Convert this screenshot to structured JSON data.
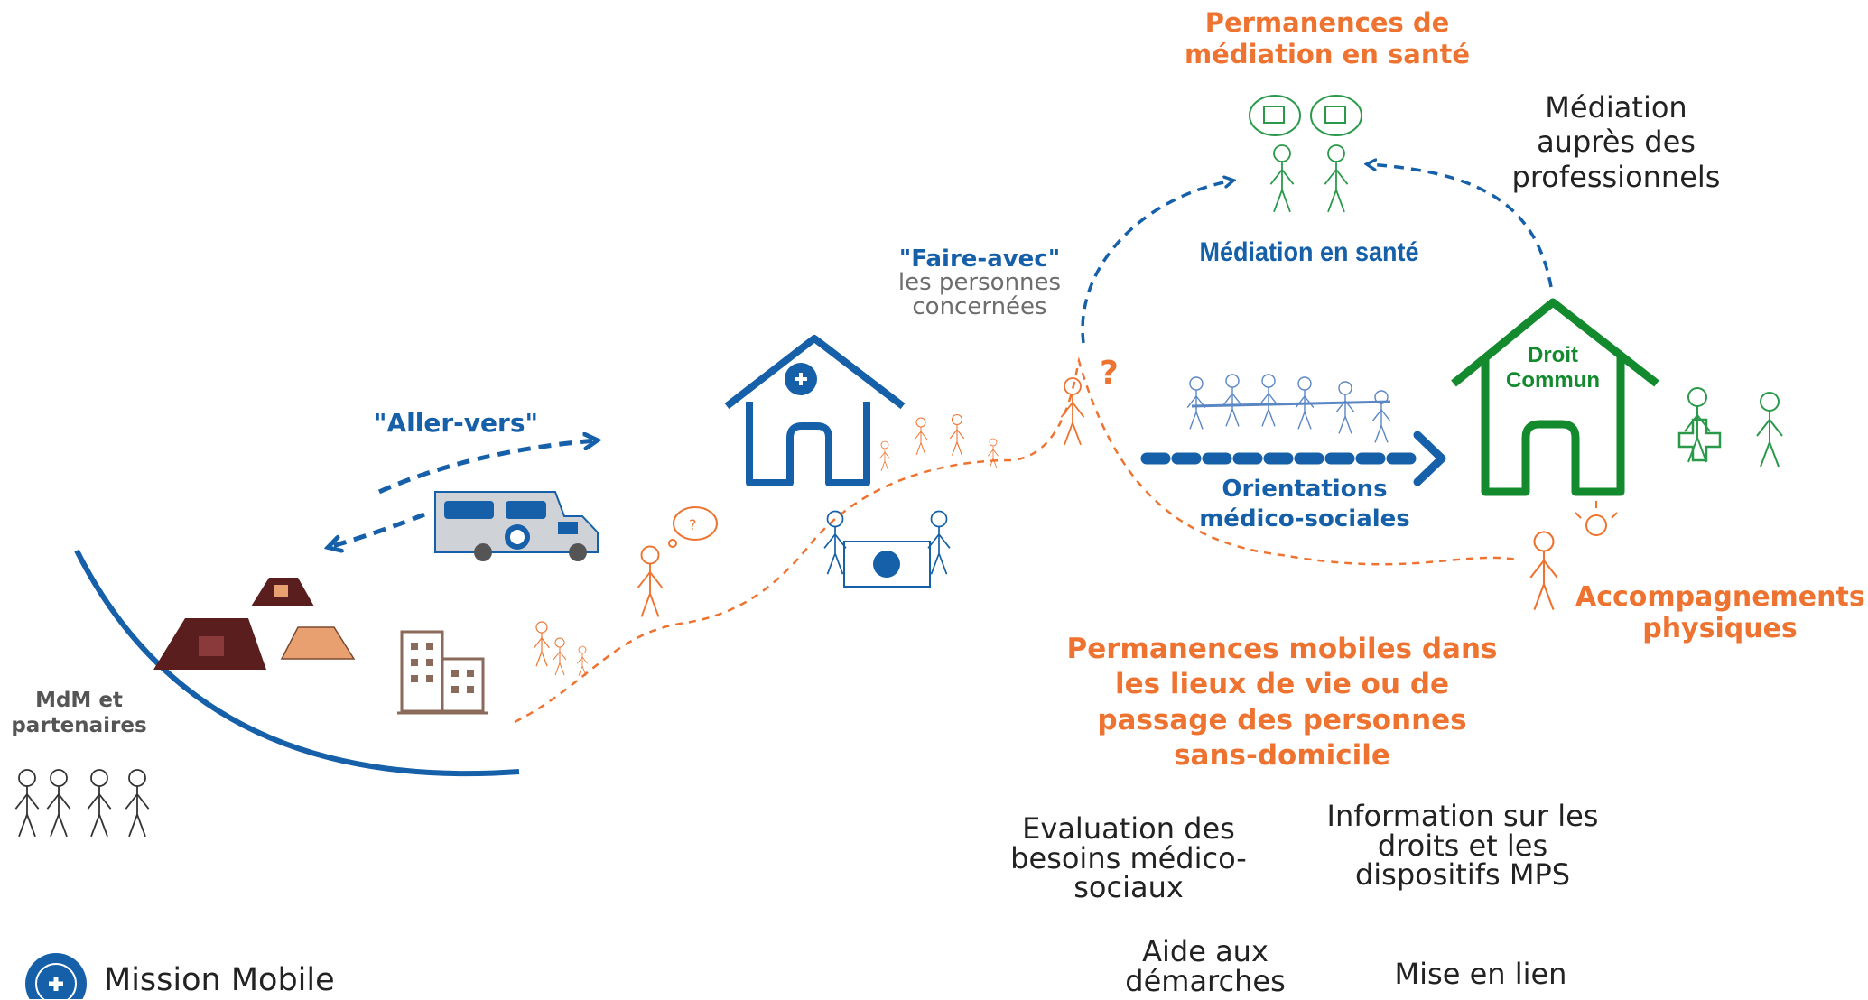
{
  "labels": {
    "permanences_mediation": "Permanences de\nmédiation en santé",
    "mediation_sante": "Médiation en santé",
    "mediation_professionnels": "Médiation\nauprès des\nprofessionnels",
    "faire_avec_quote": "\"Faire-avec\"",
    "faire_avec_rest": "les personnes\nconcernées",
    "aller_vers": "\"Aller-vers\"",
    "droit_commun": "Droit\nCommun",
    "orientations": "Orientations\nmédico-sociales",
    "accompagnements": "Accompagnements\nphysiques",
    "permanences_mobiles": "Permanences mobiles dans\nles lieux de vie ou de\npassage des personnes\nsans-domicile",
    "mdm_partenaires": "MdM et\npartenaires",
    "evaluation": "Evaluation des\nbesoins médico-\nsociaux",
    "information": "Information sur les\ndroits et les\ndispositifs MPS",
    "aide_demarches": "Aide aux\ndémarches",
    "mise_en_lien": "Mise en lien",
    "mission_mobile": "Mission Mobile"
  },
  "colors": {
    "blue": "#1560A8",
    "orange": "#EE7330",
    "green": "#138A2E",
    "tent_brown": "#5a1e1e",
    "building": "#8a6a5a"
  },
  "icons": [
    "house-mdm-icon",
    "house-droit-commun-icon",
    "camper-van-icon",
    "tent-icon",
    "building-icon",
    "stick-figure-icon",
    "logo-medecins-du-monde-icon"
  ]
}
